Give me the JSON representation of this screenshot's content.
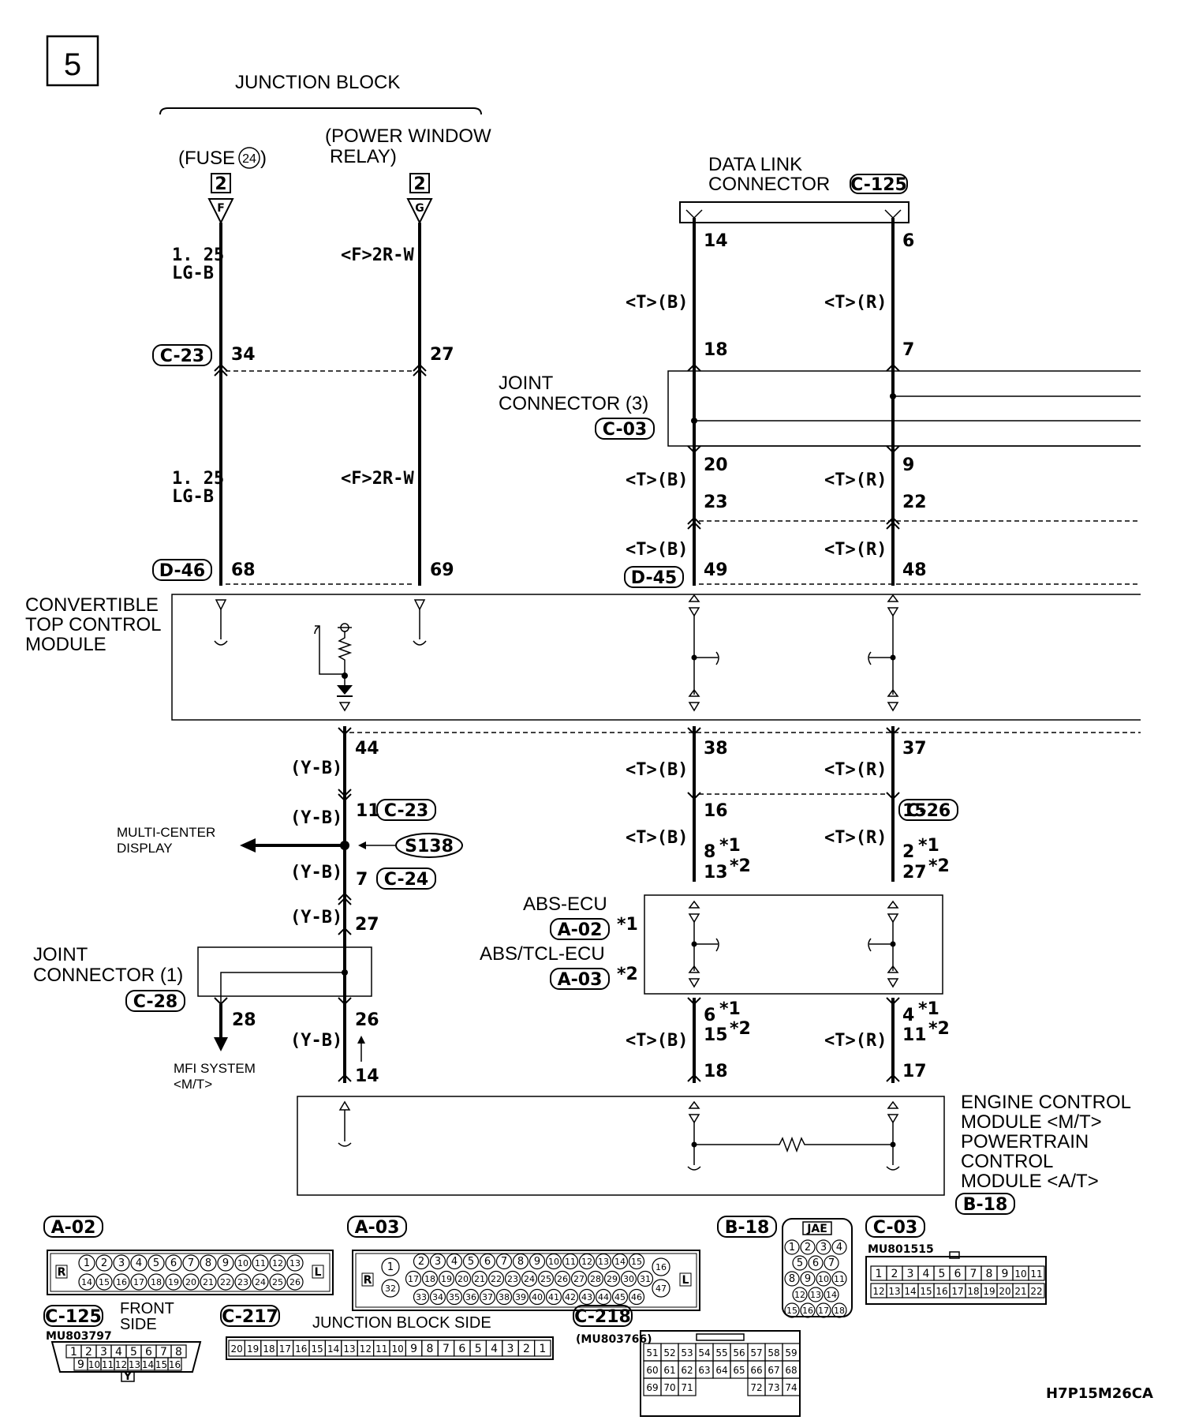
{
  "page_number": "5",
  "junction_block": {
    "title": "JUNCTION BLOCK",
    "fuse": "(FUSE",
    "fuse_num": "24",
    "fuse_close": ")",
    "fuse_conn": "2",
    "fuse_term": "F",
    "pwr_line1": "(POWER WINDOW",
    "pwr_line2": "RELAY)",
    "pwr_conn": "2",
    "pwr_term": "G"
  },
  "data_link": {
    "line1": "DATA LINK",
    "line2": "CONNECTOR",
    "conn": "C-125",
    "pin_a": "14",
    "pin_b": "6"
  },
  "wires": {
    "lgb_size": "1. 25",
    "lgb_color": "LG-B",
    "f2rw": "<F>2R-W",
    "tb": "<T>(B)",
    "tr": "<T>(R)",
    "yb": "(Y-B)"
  },
  "connectors": {
    "c23": "C-23",
    "d46": "D-46",
    "c03": "C-03",
    "d45": "D-45",
    "c24": "C-24",
    "c26": "C-26",
    "a02": "A-02",
    "a03": "A-03",
    "c28": "C-28",
    "b18": "B-18",
    "s138": "S138",
    "c125": "C-125",
    "c217": "C-217",
    "c218": "C-218"
  },
  "pins": {
    "p34": "34",
    "p27a": "27",
    "p18": "18",
    "p7": "7",
    "p20": "20",
    "p9": "9",
    "p23": "23",
    "p22": "22",
    "p68": "68",
    "p69": "69",
    "p49": "49",
    "p48": "48",
    "p44": "44",
    "p38": "38",
    "p37": "37",
    "p11": "11",
    "p16": "16",
    "p15": "15",
    "p8": "8",
    "p2": "2",
    "p13": "13",
    "p27c": "27",
    "p7b": "7",
    "p27b": "27",
    "p28": "28",
    "p26": "26",
    "p14": "14",
    "p6": "6",
    "p4": "4",
    "p15b": "15",
    "p11b": "11",
    "p18b": "18",
    "p17": "17",
    "star1": "*1",
    "star2": "*2"
  },
  "joint3": {
    "line1": "JOINT",
    "line2": "CONNECTOR (3)"
  },
  "joint1": {
    "line1": "JOINT",
    "line2": "CONNECTOR (1)"
  },
  "convertible": {
    "line1": "CONVERTIBLE",
    "line2": "TOP CONTROL",
    "line3": "MODULE"
  },
  "multi_center": {
    "line1": "MULTI-CENTER",
    "line2": "DISPLAY"
  },
  "abs": {
    "abs": "ABS-ECU",
    "abstcl": "ABS/TCL-ECU"
  },
  "mfi": {
    "line1": "MFI SYSTEM",
    "line2": "<M/T>"
  },
  "ecm": {
    "line1": "ENGINE CONTROL",
    "line2": "MODULE <M/T>",
    "line3": "POWERTRAIN",
    "line4": "CONTROL",
    "line5": "MODULE <A/T>"
  },
  "bottom": {
    "r": "R",
    "l": "L",
    "a02_top": [
      "1",
      "2",
      "3",
      "4",
      "5",
      "6",
      "7",
      "8",
      "9",
      "10",
      "11",
      "12",
      "13"
    ],
    "a02_bot": [
      "14",
      "15",
      "16",
      "17",
      "18",
      "19",
      "20",
      "21",
      "22",
      "23",
      "24",
      "25",
      "26"
    ],
    "a03_top": [
      "2",
      "3",
      "4",
      "5",
      "6",
      "7",
      "8",
      "9",
      "10",
      "11",
      "12",
      "13",
      "14",
      "15"
    ],
    "a03_mid": [
      "17",
      "18",
      "19",
      "20",
      "21",
      "22",
      "23",
      "24",
      "25",
      "26",
      "27",
      "28",
      "29",
      "30",
      "31"
    ],
    "a03_bot": [
      "33",
      "34",
      "35",
      "36",
      "37",
      "38",
      "39",
      "40",
      "41",
      "42",
      "43",
      "44",
      "45",
      "46"
    ],
    "a03_left": [
      "1",
      "32"
    ],
    "a03_right": [
      "16",
      "47"
    ],
    "jae": "JAE",
    "b18_rows": [
      [
        "1",
        "2",
        "3",
        "4"
      ],
      [
        "5",
        "6",
        "7"
      ],
      [
        "8",
        "9",
        "10",
        "11"
      ],
      [
        "12",
        "13",
        "14"
      ],
      [
        "15",
        "16",
        "17",
        "18"
      ]
    ],
    "c03_part": "MU801515",
    "c03_top": [
      "1",
      "2",
      "3",
      "4",
      "5",
      "6",
      "7",
      "8",
      "9",
      "10",
      "11"
    ],
    "c03_bot": [
      "12",
      "13",
      "14",
      "15",
      "16",
      "17",
      "18",
      "19",
      "20",
      "21",
      "22"
    ],
    "c125_part": "MU803797",
    "front": "FRONT",
    "side": "SIDE",
    "c125_top": [
      "1",
      "2",
      "3",
      "4",
      "5",
      "6",
      "7",
      "8"
    ],
    "c125_bot": [
      "9",
      "10",
      "11",
      "12",
      "13",
      "14",
      "15",
      "16"
    ],
    "c125_key": "Y",
    "jb_side": "JUNCTION BLOCK SIDE",
    "c217_cells": [
      "20",
      "19",
      "18",
      "17",
      "16",
      "15",
      "14",
      "13",
      "12",
      "11",
      "10",
      "9",
      "8",
      "7",
      "6",
      "5",
      "4",
      "3",
      "2",
      "1"
    ],
    "c218_part": "(MU803766)",
    "c218_r1": [
      "51",
      "52",
      "53",
      "54",
      "55",
      "56",
      "57",
      "58",
      "59"
    ],
    "c218_r2": [
      "60",
      "61",
      "62",
      "63",
      "64",
      "65",
      "66",
      "67",
      "68"
    ],
    "c218_r3a": [
      "69",
      "70",
      "71"
    ],
    "c218_r3b": [
      "72",
      "73",
      "74"
    ],
    "code": "H7P15M26CA"
  }
}
